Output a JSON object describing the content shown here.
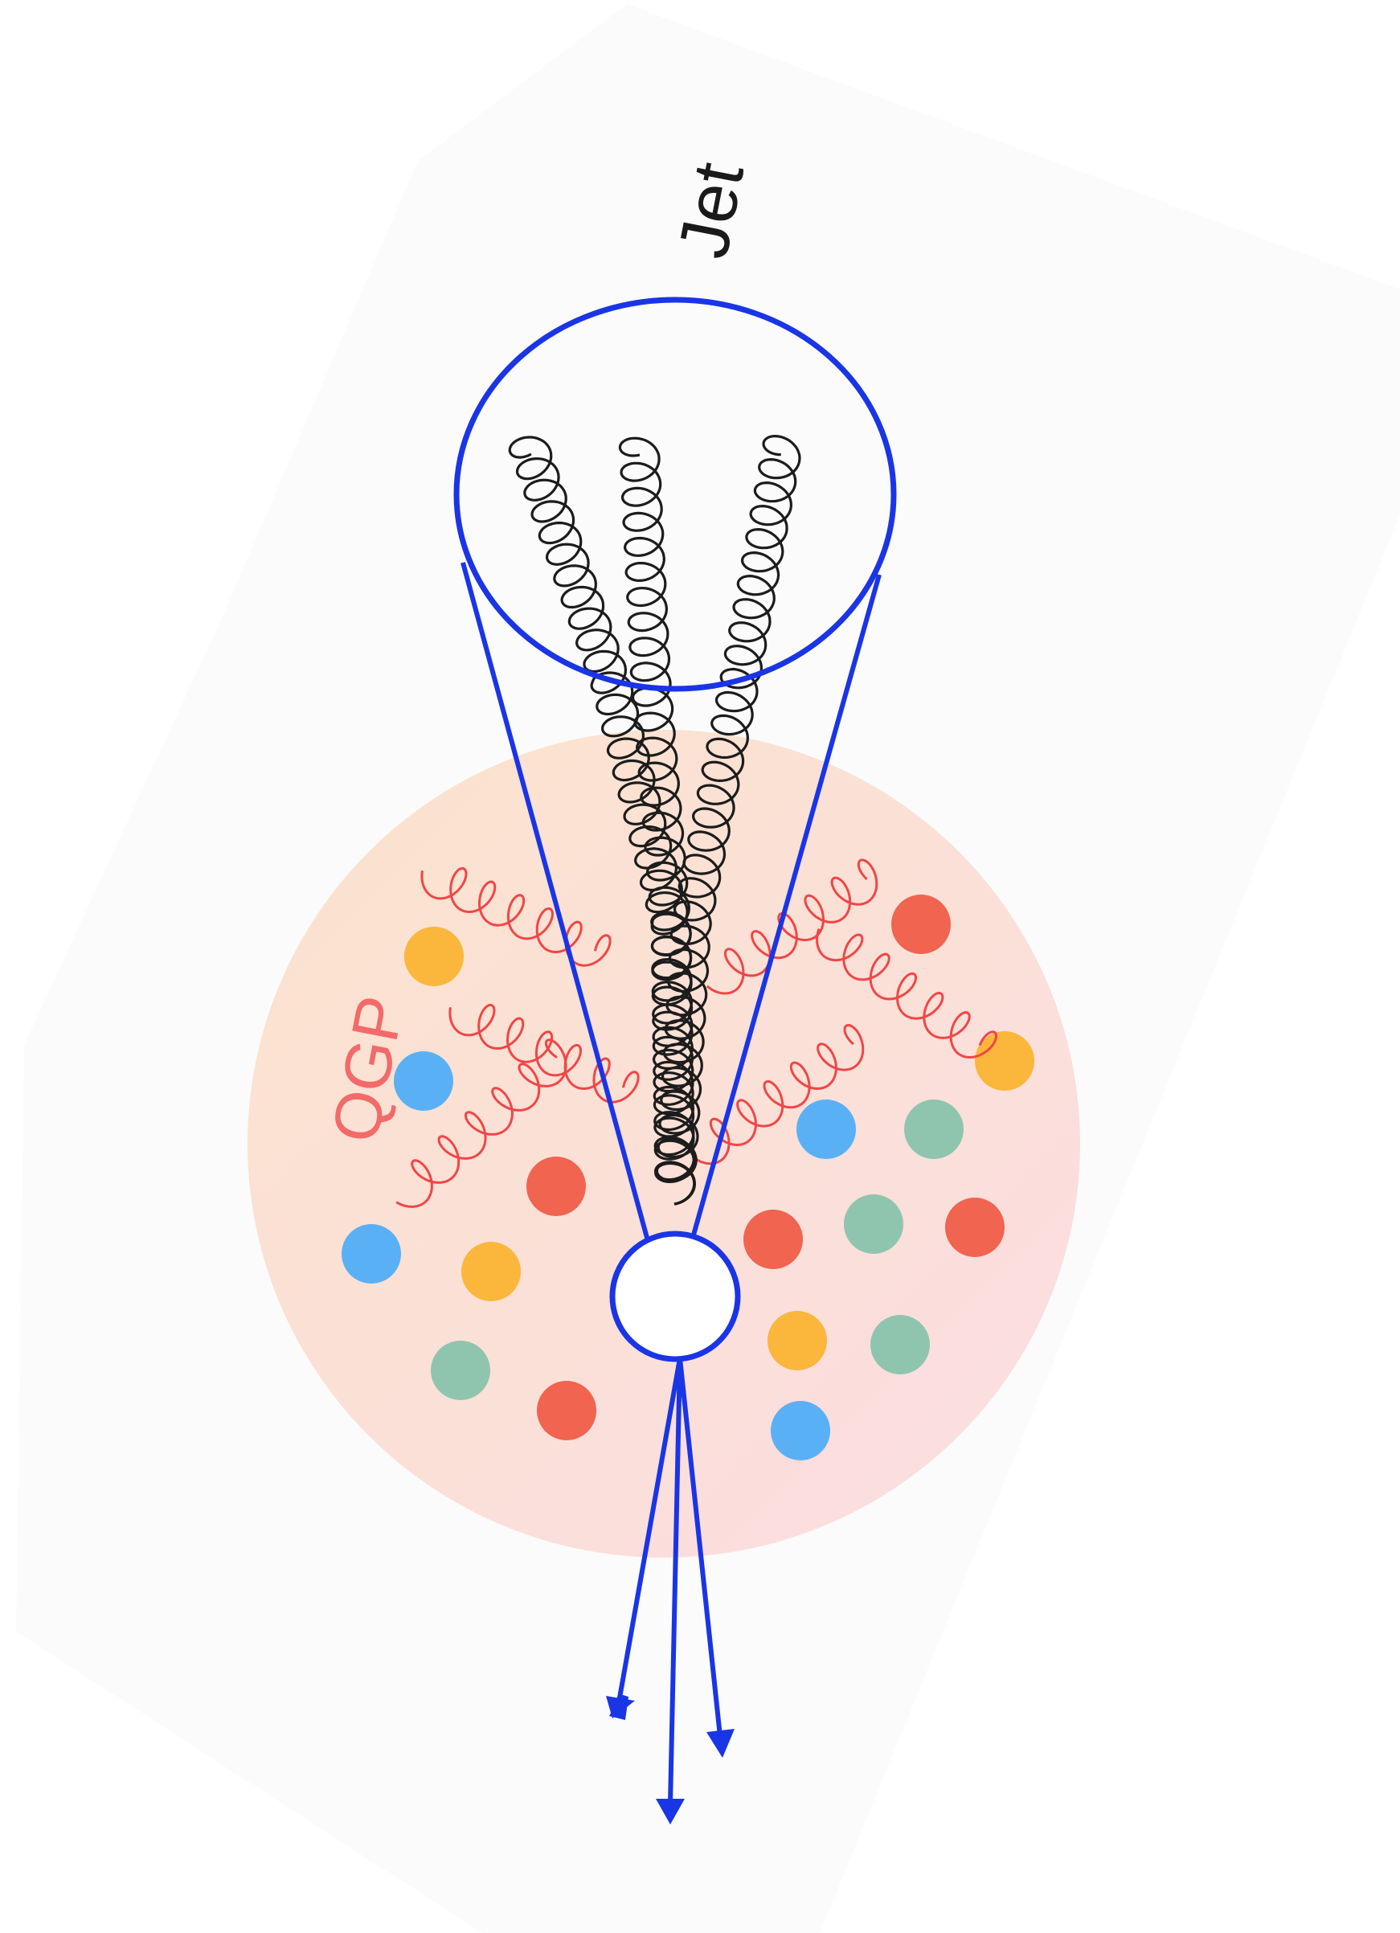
{
  "labels": {
    "jet": "Jet",
    "qgp": "QGP"
  },
  "colors": {
    "jet_outline": "#1a35e6",
    "gluon_jet": "#1c1c1c",
    "gluon_medium": "#f04646",
    "qgp_label": "#f26a6a",
    "qgp_fill_start": "#fbe1cc",
    "qgp_fill_end": "#fbdde0",
    "panel": "#fbfbfb",
    "particle_red": "#f06450",
    "particle_orange": "#fbb63c",
    "particle_blue": "#5ab0f5",
    "particle_green": "#8fc5ae"
  },
  "particles": [
    {
      "color": "orange"
    },
    {
      "color": "blue"
    },
    {
      "color": "blue"
    },
    {
      "color": "orange"
    },
    {
      "color": "green"
    },
    {
      "color": "red"
    },
    {
      "color": "red"
    },
    {
      "color": "red"
    },
    {
      "color": "orange"
    },
    {
      "color": "blue"
    },
    {
      "color": "green"
    },
    {
      "color": "red"
    },
    {
      "color": "green"
    },
    {
      "color": "red"
    },
    {
      "color": "orange"
    },
    {
      "color": "green"
    },
    {
      "color": "blue"
    }
  ]
}
